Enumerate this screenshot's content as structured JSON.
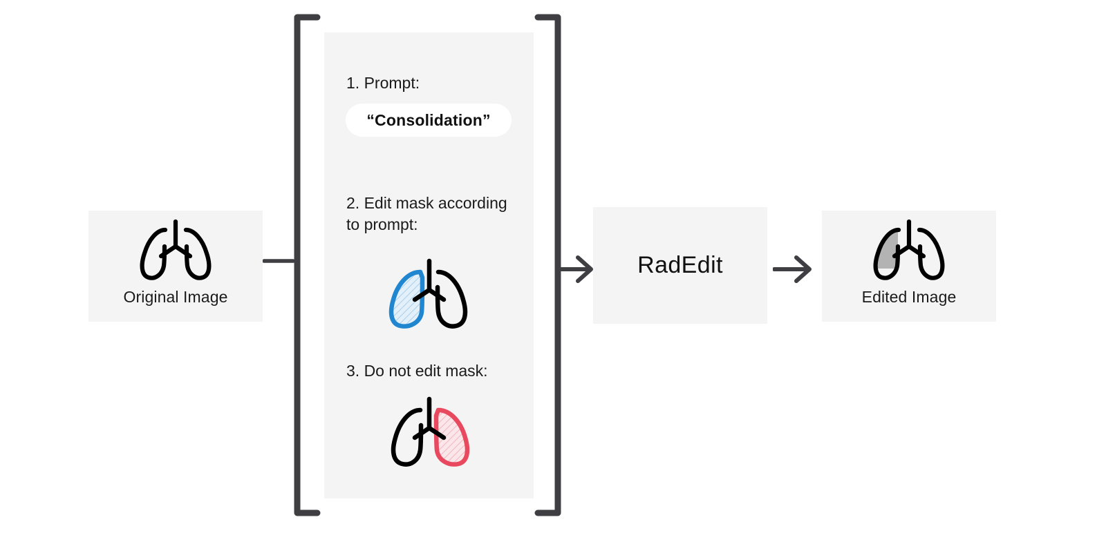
{
  "figure": {
    "title": "RadEdit pipeline diagram",
    "colors": {
      "panel_bg": "#f4f4f4",
      "page_bg": "#ffffff",
      "stroke_dark": "#000000",
      "bracket": "#3f3f43",
      "arrow": "#3f3f43",
      "edit_mask_blue": "#1f86cf",
      "edit_mask_blue_fill": "#d7e9f7",
      "keep_mask_red": "#e8495e",
      "keep_mask_red_fill": "#f9dde1",
      "consolidation_gray": "#b3b3b3",
      "text": "#1a1a1a"
    }
  },
  "original": {
    "caption": "Original Image",
    "icon": "lungs-icon"
  },
  "steps": {
    "prompt": {
      "number": "1.",
      "label": "1. Prompt:",
      "pill_value": "“Consolidation”"
    },
    "edit_mask": {
      "number": "2.",
      "label": "2. Edit mask according\n     to prompt:",
      "icon": "lungs-left-mask-icon"
    },
    "keep_mask": {
      "number": "3.",
      "label": "3. Do not edit mask:",
      "icon": "lungs-right-mask-icon"
    }
  },
  "model": {
    "name": "RadEdit"
  },
  "edited": {
    "caption": "Edited Image",
    "icon": "lungs-consolidation-icon"
  },
  "connectors": {
    "input_line": "line",
    "arrow_to_model": "arrow-right-icon",
    "arrow_to_output": "arrow-right-icon",
    "left_bracket": "bracket-left-icon",
    "right_bracket": "bracket-right-icon"
  }
}
